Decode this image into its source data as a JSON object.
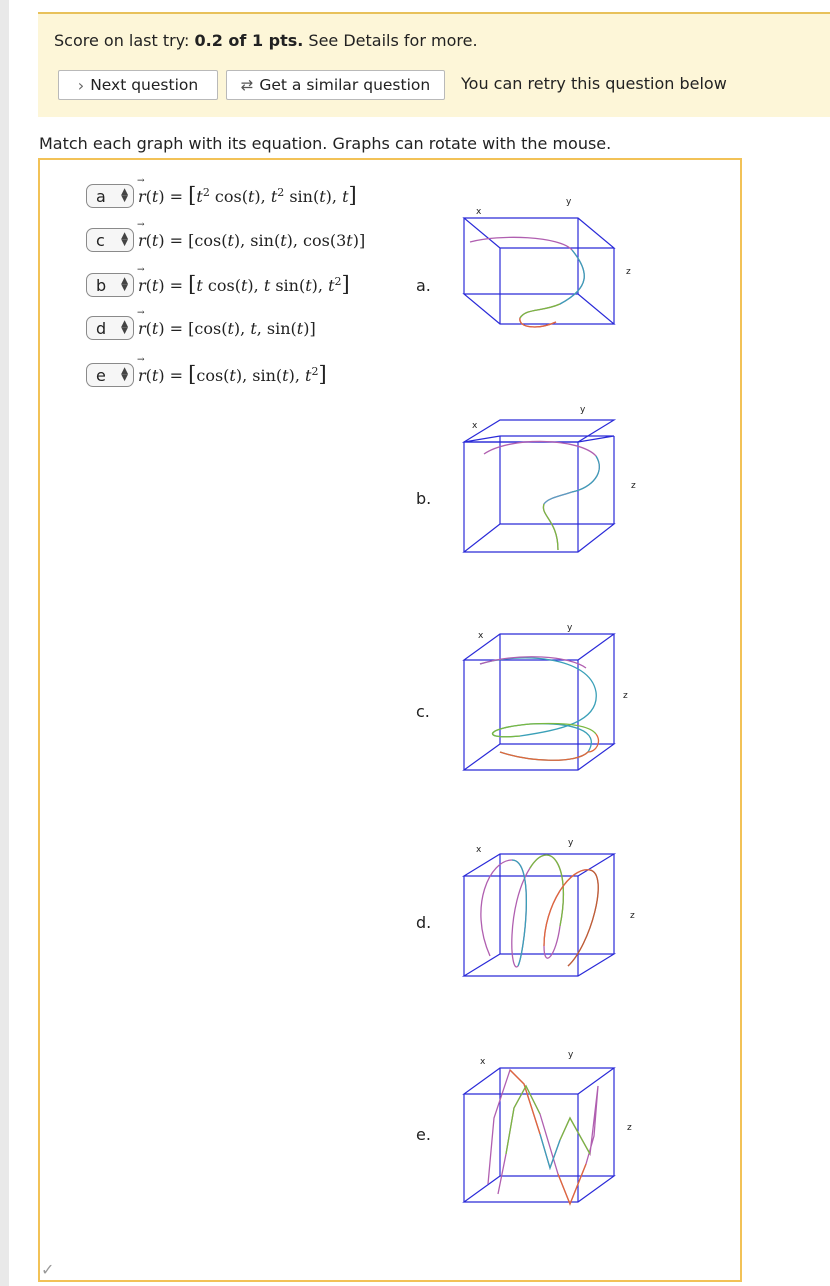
{
  "score": {
    "prefix": "Score on last try: ",
    "value": "0.2 of 1 pts.",
    "suffix": " See Details for more."
  },
  "buttons": {
    "next": "Next question",
    "similar": "Get a similar question"
  },
  "retry_note": "You can retry this question below",
  "instructions": "Match each graph with its equation. Graphs can rotate with the mouse.",
  "selections": [
    "a",
    "c",
    "b",
    "d",
    "e"
  ],
  "graph_labels": [
    "a.",
    "b.",
    "c.",
    "d.",
    "e."
  ],
  "axis_labels": {
    "x": "x",
    "y": "y",
    "z": "z"
  },
  "icons": {
    "next": "chevron-right-icon",
    "similar": "refresh-icon",
    "check": "check-icon"
  },
  "colors": {
    "score_bg": "#fdf6d8",
    "box_border": "#f2c257",
    "cube": "#2a2ad8"
  }
}
